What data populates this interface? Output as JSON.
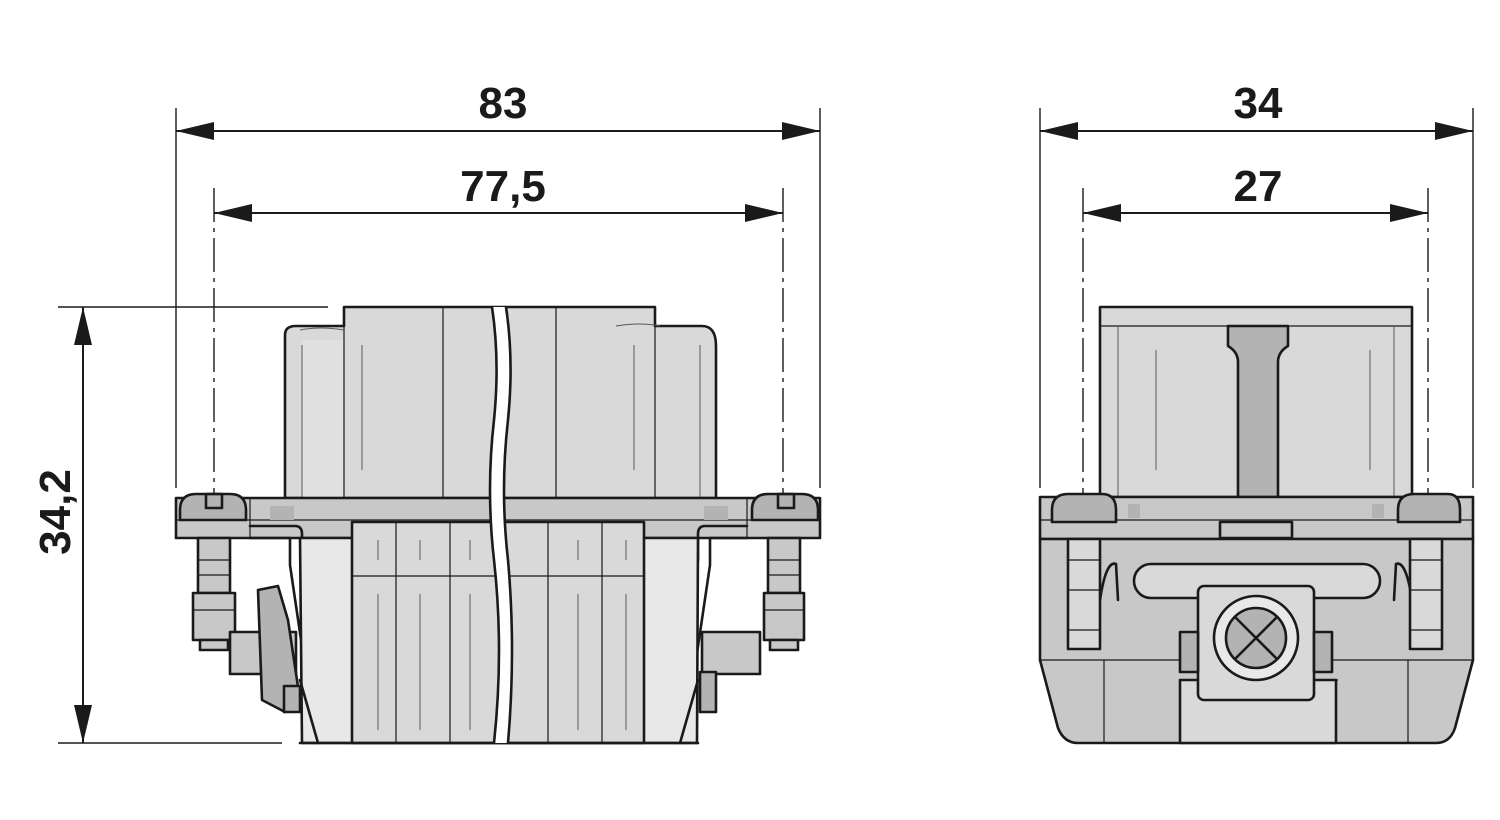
{
  "dimensions": {
    "front_overall_width": "83",
    "front_pitch_width": "77,5",
    "front_height": "34,2",
    "side_overall_width": "34",
    "side_pitch_width": "27"
  }
}
